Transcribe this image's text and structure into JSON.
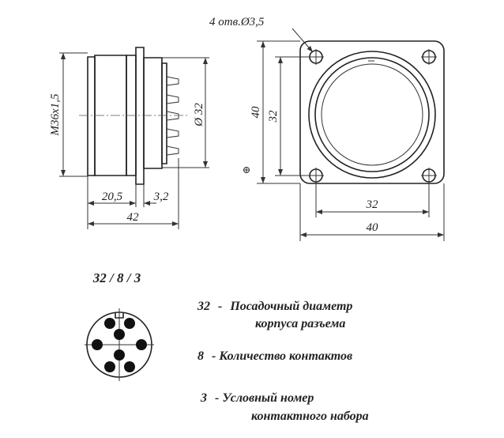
{
  "side_view": {
    "thread": "M36x1,5",
    "diameter": "Ø 32",
    "dim_a": "20,5",
    "dim_b": "3,2",
    "length": "42"
  },
  "front_view": {
    "holes": "4 отв.Ø3,5",
    "outer_v": "40",
    "inner_v": "32",
    "inner_h": "32",
    "outer_h": "40"
  },
  "pin_layout": {
    "code": "32 / 8 / 3"
  },
  "legend": [
    {
      "num": "32",
      "dash": "-",
      "text1": "Посадочный диаметр",
      "text2": "корпуса разъема"
    },
    {
      "num": "8",
      "dash": "-",
      "text1": "Количество контактов"
    },
    {
      "num": "3",
      "dash": "-",
      "text1": "Условный номер",
      "text2": "контактного набора"
    }
  ]
}
